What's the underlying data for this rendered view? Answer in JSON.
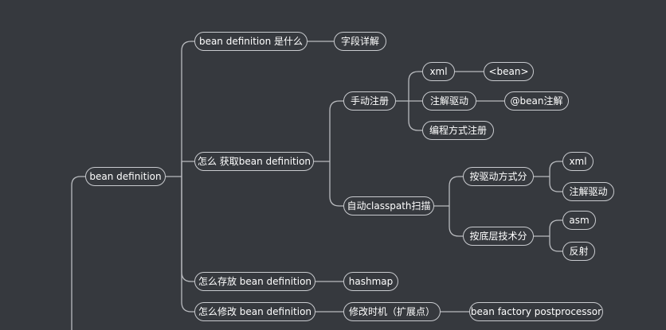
{
  "mindmap": {
    "root": "bean definition",
    "nodes": {
      "what_is": "bean definition 是什么",
      "field_detail": "字段详解",
      "how_get": "怎么 获取bean definition",
      "manual_register": "手动注册",
      "xml": "xml",
      "bean_tag": "<bean>",
      "annotation_driven": "注解驱动",
      "bean_annotation": "@bean注解",
      "programmatic_register": "编程方式注册",
      "auto_scan": "自动classpath扫描",
      "by_driver": "按驱动方式分",
      "by_driver_xml": "xml",
      "by_driver_annotation": "注解驱动",
      "by_tech": "按底层技术分",
      "asm": "asm",
      "reflection": "反射",
      "how_store": "怎么存放 bean definition",
      "hashmap": "hashmap",
      "how_modify": "怎么修改 bean definition",
      "modify_time": "修改时机（扩展点）",
      "bean_factory_postprocessor": "bean factory postprocessor"
    }
  }
}
